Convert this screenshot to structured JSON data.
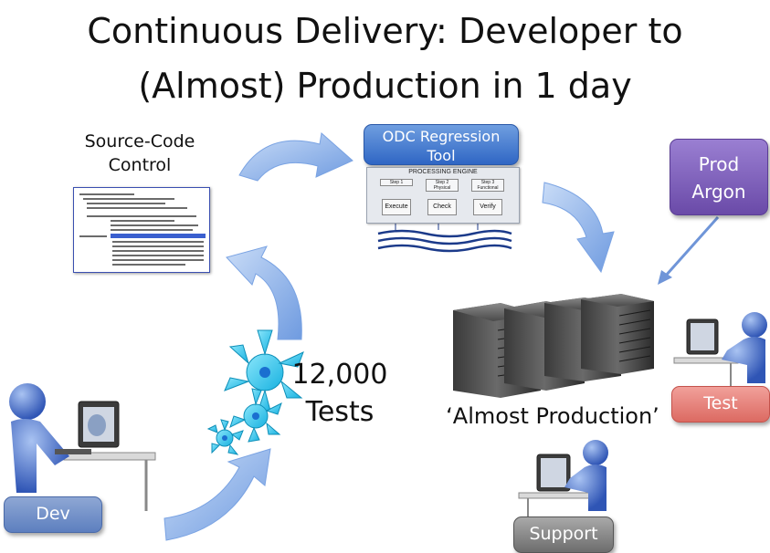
{
  "title": {
    "line1": "Continuous Delivery: Developer to",
    "line2": "(Almost) Production in 1 day"
  },
  "source_control": {
    "label_line1": "Source-Code",
    "label_line2": "Control"
  },
  "odc_tool": {
    "label_line1": "ODC Regression",
    "label_line2": "Tool",
    "engine_title": "PROCESSING ENGINE",
    "steps": [
      {
        "step": "Step 1",
        "sub": ""
      },
      {
        "step": "Step 2",
        "sub": "Physical"
      },
      {
        "step": "Step 3",
        "sub": "Functional"
      }
    ],
    "actions": [
      "Execute",
      "Check",
      "Verify"
    ]
  },
  "prod": {
    "label_line1": "Prod",
    "label_line2": "Argon"
  },
  "tests": {
    "count": "12,000",
    "label": "Tests"
  },
  "almost_production": "‘Almost Production’",
  "roles": {
    "test": "Test",
    "dev": "Dev",
    "support": "Support"
  },
  "colors": {
    "arrow": "#8fb4ea",
    "virus": "#2ec6ec",
    "odc": "#3a72cf",
    "prod": "#7b5bb8",
    "test": "#e87f78",
    "dev": "#6f8fcc",
    "support": "#888888"
  },
  "icons": [
    "flow-arrow",
    "server-icon",
    "person-at-computer-icon",
    "test-virus-icon",
    "code-screenshot"
  ]
}
